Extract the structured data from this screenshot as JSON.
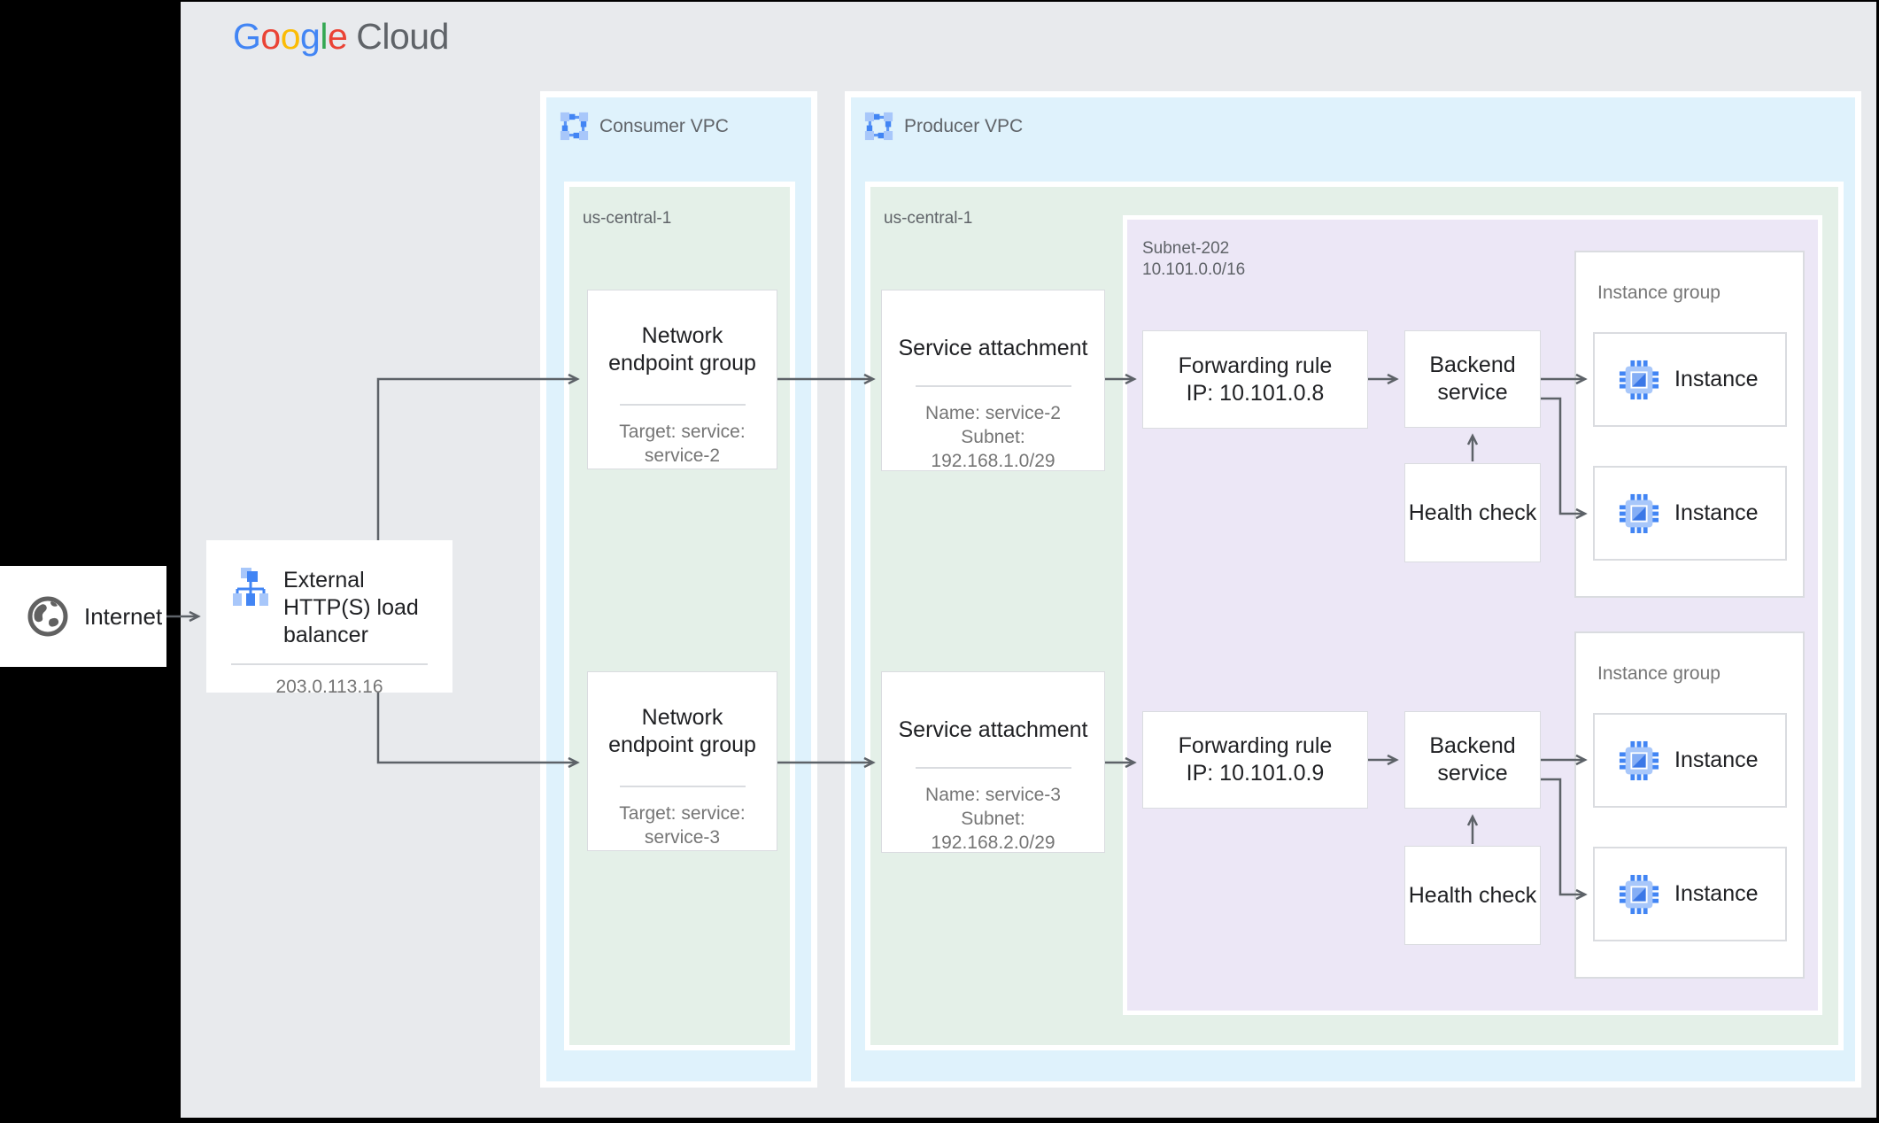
{
  "colors": {
    "canvas_bg": "#E8EAED",
    "frame": "#000000",
    "vpc_fill": "#DFF2FC",
    "region_fill": "#E4F0E8",
    "subnet_fill": "#ECE7F6",
    "node_border": "#DADCE0",
    "arrow": "#5D6268",
    "title_text": "#202124",
    "muted_text": "#757575",
    "zone_label_text": "#5F6368",
    "google_blue": "#4285F4",
    "google_red": "#EA4335",
    "google_yellow": "#FBBC05",
    "google_green": "#34A853",
    "logo_cloud_gray": "#5F6368"
  },
  "logo": {
    "letters": [
      "G",
      "o",
      "o",
      "g",
      "l",
      "e"
    ],
    "suffix": "Cloud"
  },
  "icons": {
    "internet": "globe-icon",
    "load_balancer": "load-balancer-icon",
    "vpc": "vpc-network-icon",
    "instance": "compute-engine-icon"
  },
  "internet": {
    "label": "Internet"
  },
  "load_balancer": {
    "title": "External HTTP(S) load balancer",
    "ip": "203.0.113.16"
  },
  "consumer_vpc": {
    "label": "Consumer VPC",
    "region": "us-central-1",
    "negs": [
      {
        "title": "Network endpoint group",
        "target_line": "Target: service:",
        "service_line": "service-2"
      },
      {
        "title": "Network endpoint group",
        "target_line": "Target: service:",
        "service_line": "service-3"
      }
    ]
  },
  "producer_vpc": {
    "label": "Producer VPC",
    "region": "us-central-1",
    "subnet": {
      "name": "Subnet-202",
      "cidr": "10.101.0.0/16"
    },
    "service_attachments": [
      {
        "title": "Service attachment",
        "name_line": "Name: service-2",
        "subnet_line": "Subnet:",
        "cidr_line": "192.168.1.0/29"
      },
      {
        "title": "Service attachment",
        "name_line": "Name: service-3",
        "subnet_line": "Subnet:",
        "cidr_line": "192.168.2.0/29"
      }
    ],
    "forwarding_rules": [
      {
        "title": "Forwarding rule",
        "ip_line": "IP: 10.101.0.8"
      },
      {
        "title": "Forwarding rule",
        "ip_line": "IP: 10.101.0.9"
      }
    ],
    "backend_service_label": "Backend service",
    "health_check_label": "Health check",
    "instance_groups": [
      {
        "label": "Instance group",
        "instances": [
          "Instance",
          "Instance"
        ]
      },
      {
        "label": "Instance group",
        "instances": [
          "Instance",
          "Instance"
        ]
      }
    ]
  }
}
